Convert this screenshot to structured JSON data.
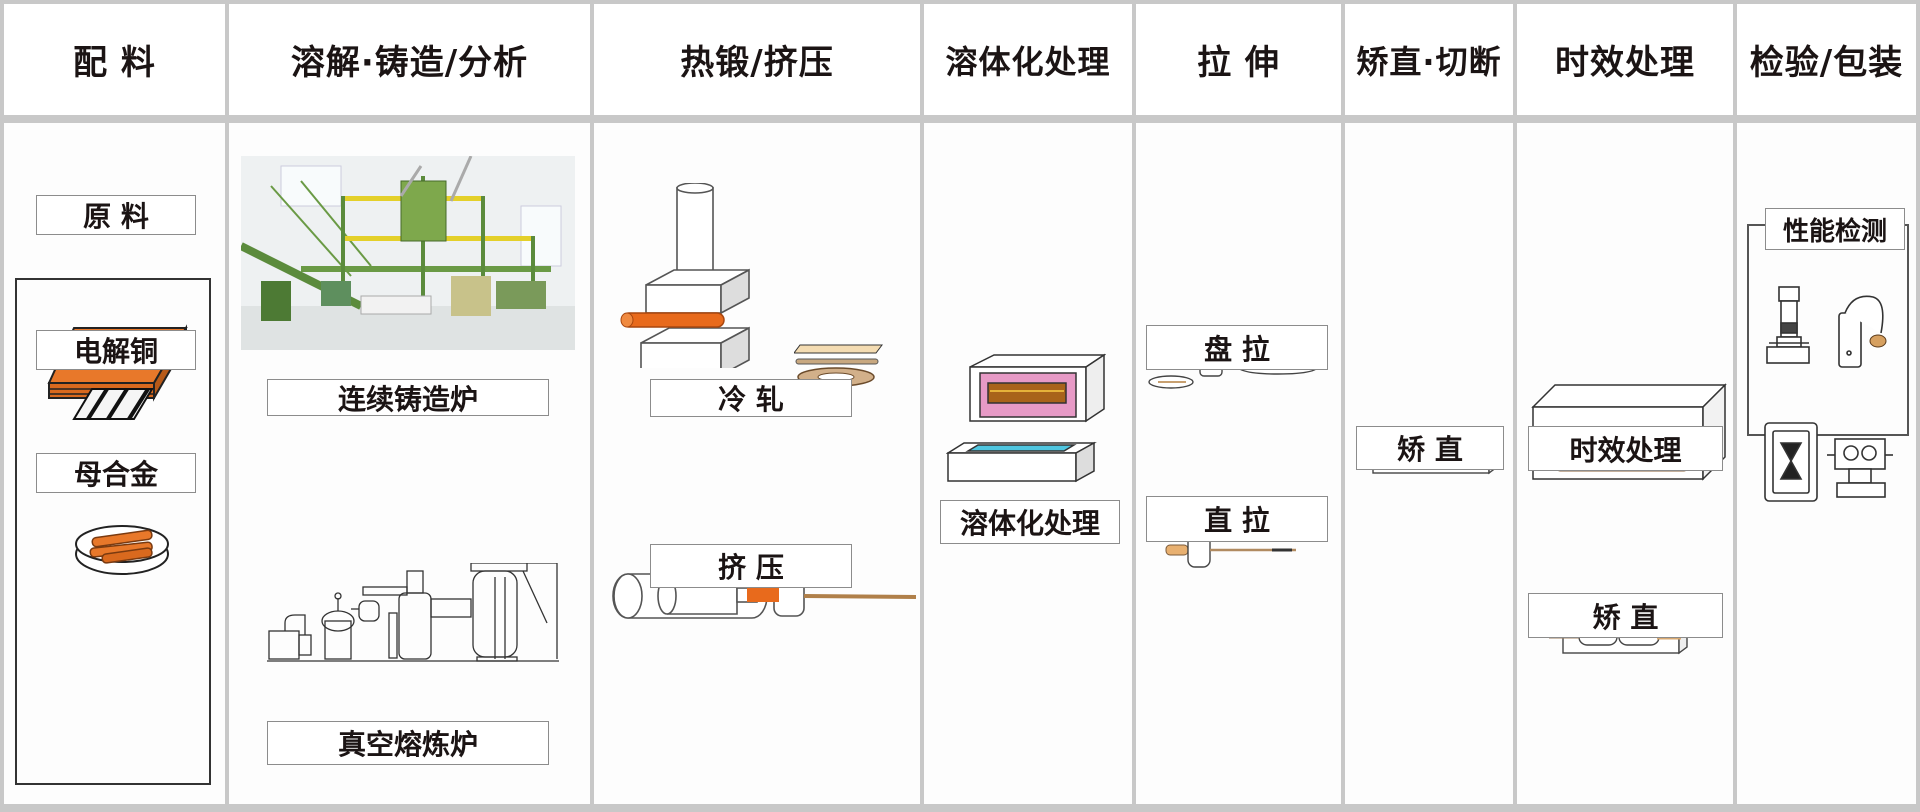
{
  "title": "铜合金生产工艺流程",
  "colors": {
    "copper": "#e8782a",
    "border": "#c8c8c8",
    "text": "#1b1414",
    "pink": "#e79ac6",
    "cyan": "#4fc6e0",
    "bronze": "#c89a6a"
  },
  "stages": [
    {
      "header": "配 料",
      "items": [
        {
          "label": "原 料"
        },
        {
          "label": "电解铜",
          "icon": "copper-plate-icon"
        },
        {
          "label": "母合金",
          "icon": "alloy-bars-icon"
        },
        {
          "icon": "copper-rods-dish-icon"
        }
      ]
    },
    {
      "header": "溶解·铸造/分析",
      "items": [
        {
          "label": "连续铸造炉",
          "icon": "continuous-casting-furnace-photo"
        },
        {
          "label": "真空熔炼炉",
          "icon": "vacuum-melting-furnace-drawing"
        }
      ]
    },
    {
      "header": "热锻/挤压",
      "items": [
        {
          "label": "冷 轧",
          "icon": "cold-rolling-press-icon"
        },
        {
          "label": "挤 压",
          "icon": "extrusion-icon"
        }
      ]
    },
    {
      "header": "溶体化处理",
      "items": [
        {
          "label": "溶体化处理",
          "icon": "solution-furnace-icon"
        }
      ]
    },
    {
      "header": "拉 伸",
      "items": [
        {
          "label": "盘 拉",
          "icon": "coil-drawing-icon"
        },
        {
          "label": "直 拉",
          "icon": "straight-drawing-icon"
        }
      ]
    },
    {
      "header": "矫直·切断",
      "items": [
        {
          "label": "矫 直",
          "icon": "straightener-icon"
        }
      ]
    },
    {
      "header": "时效处理",
      "items": [
        {
          "label": "时效处理",
          "icon": "aging-furnace-icon"
        },
        {
          "label": "矫 直",
          "icon": "straightener-icon"
        }
      ]
    },
    {
      "header": "检验/包装",
      "items": [
        {
          "label": "性能检测",
          "icon": "testing-instruments-icon"
        }
      ]
    }
  ]
}
